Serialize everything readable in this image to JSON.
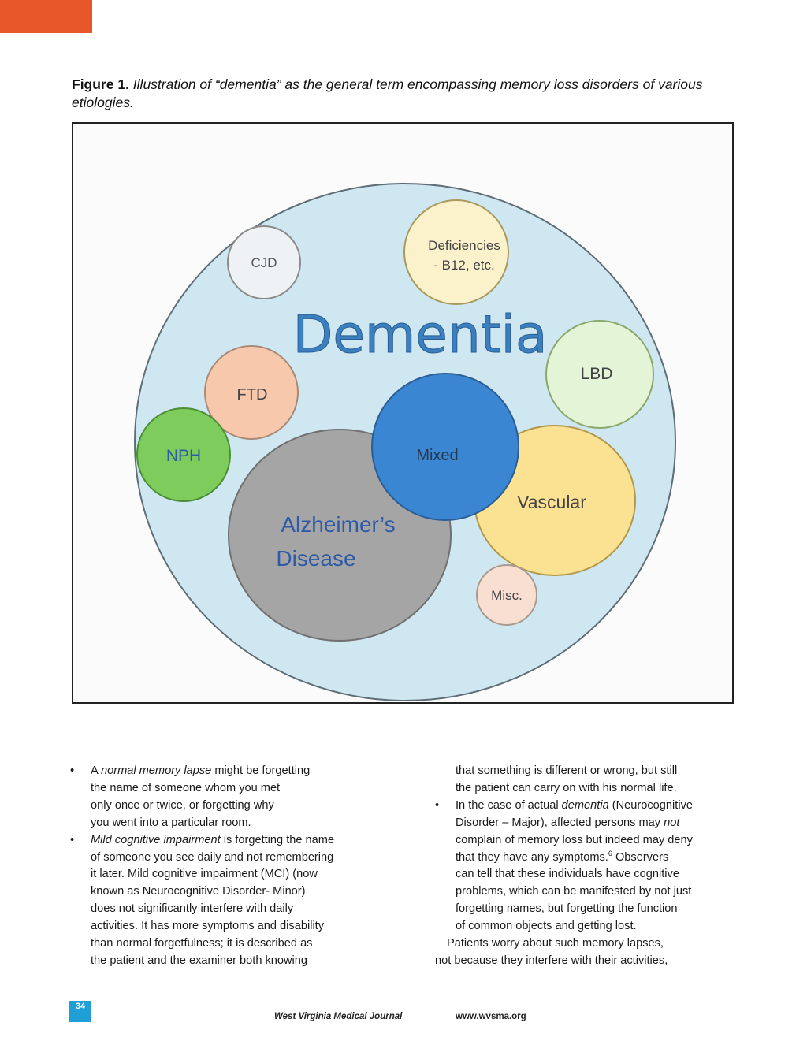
{
  "caption": {
    "label": "Figure 1.",
    "text": " Illustration of “dementia” as the general term encompassing memory loss disorders of various etiologies."
  },
  "figure": {
    "title": "Dementia",
    "title_color": "#3b7fbf",
    "circles": {
      "cjd": "CJD",
      "deficiencies_line1": "Deficiencies",
      "deficiencies_line2": "- B12, etc.",
      "lbd": "LBD",
      "ftd": "FTD",
      "nph": "NPH",
      "mixed": "Mixed",
      "vascular": "Vascular",
      "alzheimers_line1": "Alzheimer’s",
      "alzheimers_line2": "Disease",
      "misc": "Misc."
    },
    "colors": {
      "outer": "#cfe7f1",
      "cjd": "#eef2f5",
      "deficiencies": "#fbf2cc",
      "lbd": "#e4f4d6",
      "ftd": "#f8c8ac",
      "nph": "#7dcc5c",
      "mixed": "#3a86d2",
      "vascular": "#fbe192",
      "alzheimers": "#a5a5a5",
      "misc": "#f9dfd2"
    }
  },
  "left_column": {
    "b1_pre": "A ",
    "b1_em": "normal memory lapse",
    "b1_post": " might be forgetting",
    "b1_l2": "the name of someone whom you met",
    "b1_l3": "only once or twice, or forgetting why",
    "b1_l4": "you went into a particular room.",
    "b2_em": "Mild cognitive impairment",
    "b2_post": " is forgetting the name",
    "b2_l2": "of someone you see daily and not remembering",
    "b2_l3": "it later. Mild cognitive impairment (MCI) (now",
    "b2_l4": "known as Neurocognitive Disorder- Minor)",
    "b2_l5": "does not significantly interfere with daily",
    "b2_l6": "activities. It has more symptoms and disability",
    "b2_l7": "than normal forgetfulness; it is described as",
    "b2_l8": "the patient and the examiner both knowing"
  },
  "right_column": {
    "c1": "that something is different or wrong, but still",
    "c2": "the patient can carry on with his normal life.",
    "b3_pre": "In the case of actual ",
    "b3_em": "dementia",
    "b3_post": " (Neurocognitive",
    "b3_l2_pre": "Disorder – Major), affected persons may ",
    "b3_l2_em": "not",
    "b3_l3": "complain of memory loss but indeed may deny",
    "b3_l4_pre": "that they have any symptoms.",
    "b3_l4_sup": "6",
    "b3_l4_post": " Observers",
    "b3_l5": "can tell that these individuals have cognitive",
    "b3_l6": "problems, which can be manifested by not just",
    "b3_l7": "forgetting names, but forgetting the function",
    "b3_l8": "of common objects and getting lost.",
    "p1": "Patients worry about such memory lapses,",
    "p2": "not because they interfere with their activities,"
  },
  "footer": {
    "page_number": "34",
    "journal": "West Virginia Medical Journal",
    "url": "www.wvsma.org"
  }
}
